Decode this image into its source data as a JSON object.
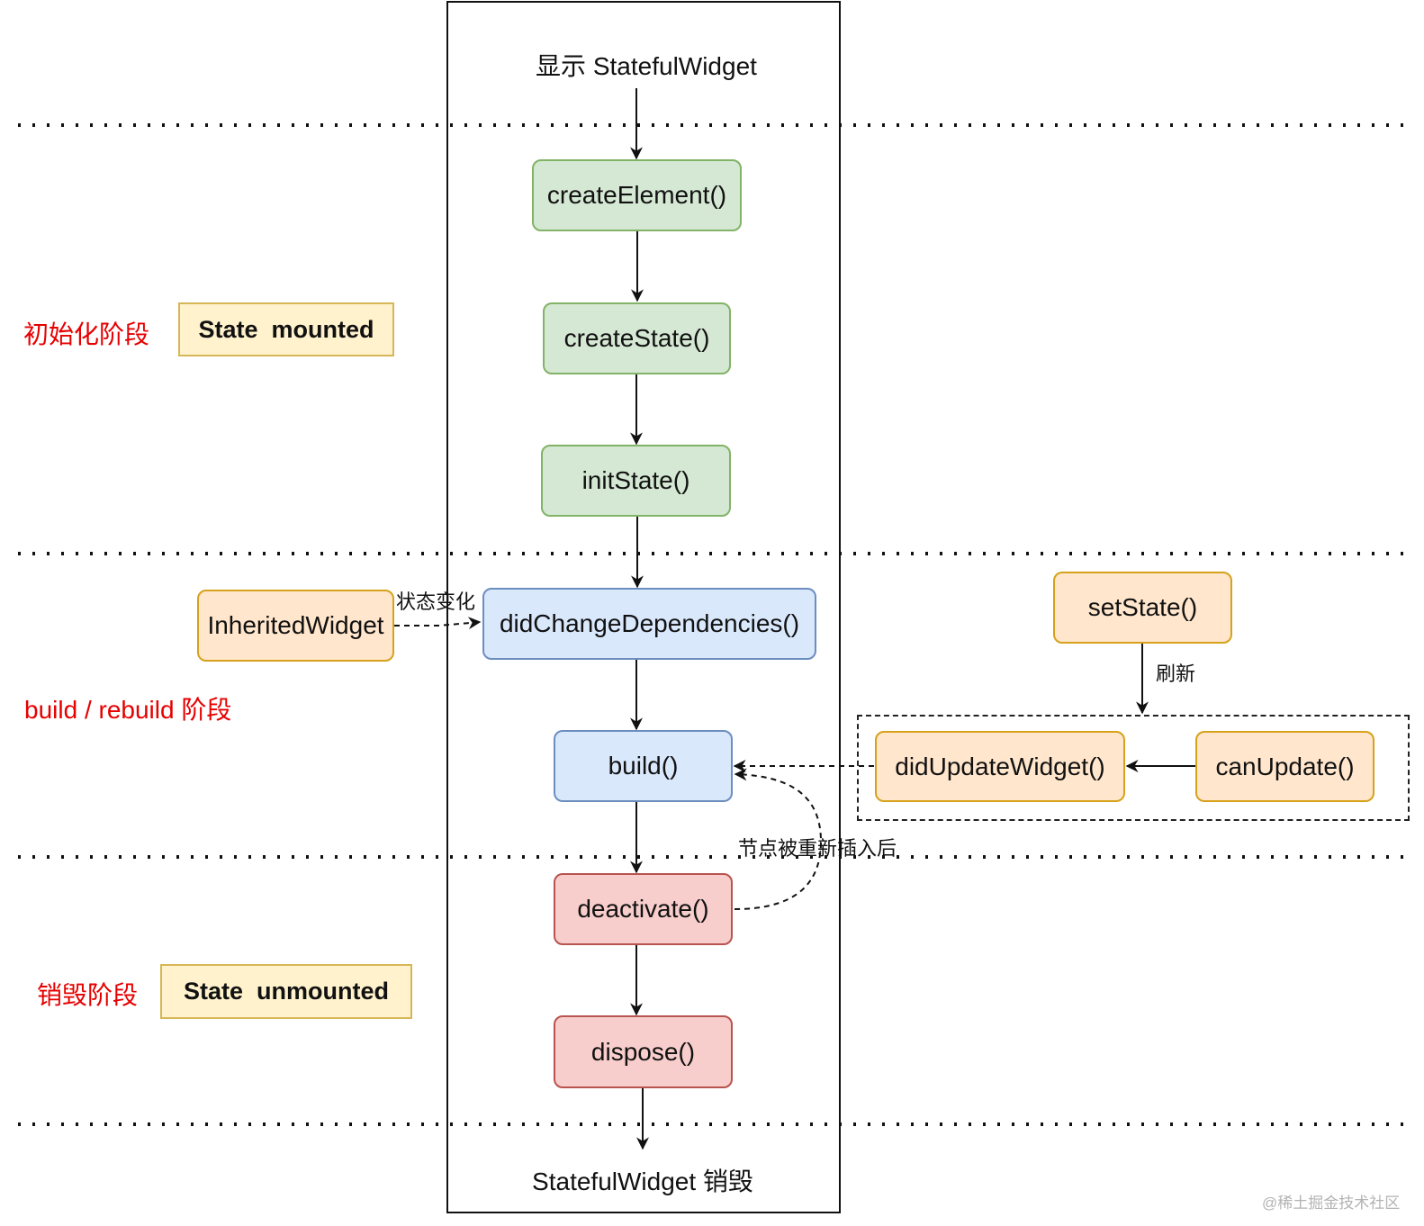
{
  "top_text": "显示 StatefulWidget",
  "bottom_text": "StatefulWidget 销毁",
  "phases": {
    "init": "初始化阶段",
    "build": "build / rebuild 阶段",
    "destroy": "销毁阶段"
  },
  "states": {
    "mounted": "State  mounted",
    "unmounted": "State  unmounted"
  },
  "nodes": {
    "create_element": "createElement()",
    "create_state": "createState()",
    "init_state": "initState()",
    "did_change_dependencies": "didChangeDependencies()",
    "build": "build()",
    "deactivate": "deactivate()",
    "dispose": "dispose()",
    "inherited_widget": "InheritedWidget",
    "set_state": "setState()",
    "did_update_widget": "didUpdateWidget()",
    "can_update": "canUpdate()"
  },
  "edge_labels": {
    "state_change": "状态变化",
    "refresh": "刷新",
    "reinserted": "节点被重新插入后"
  },
  "watermark": "@稀土掘金技术社区",
  "colors": {
    "init_fill": "#d5e8d4",
    "build_fill": "#dae8fc",
    "external_fill": "#ffe6cc",
    "destroy_fill": "#f8cecc",
    "state_fill": "#fff2cc",
    "phase_text": "#e60000"
  }
}
